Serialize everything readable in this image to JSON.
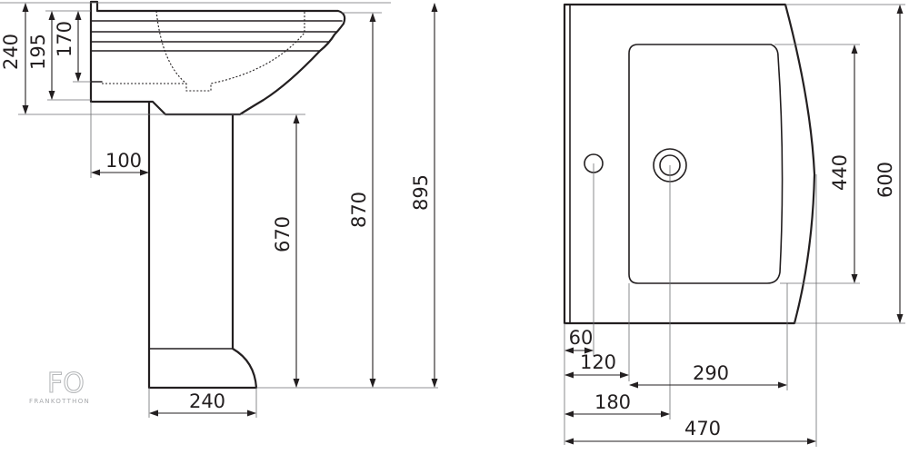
{
  "side_view": {
    "dimensions": {
      "d240_left": "240",
      "d195": "195",
      "d170": "170",
      "d100": "100",
      "d670": "670",
      "d870": "870",
      "d895": "895",
      "d240_base": "240"
    }
  },
  "top_view": {
    "dimensions": {
      "d440": "440",
      "d600": "600",
      "d60": "60",
      "d120": "120",
      "d290": "290",
      "d180": "180",
      "d470": "470"
    }
  },
  "logo": {
    "letters": "FO",
    "name": "FRANKOTTHON"
  }
}
